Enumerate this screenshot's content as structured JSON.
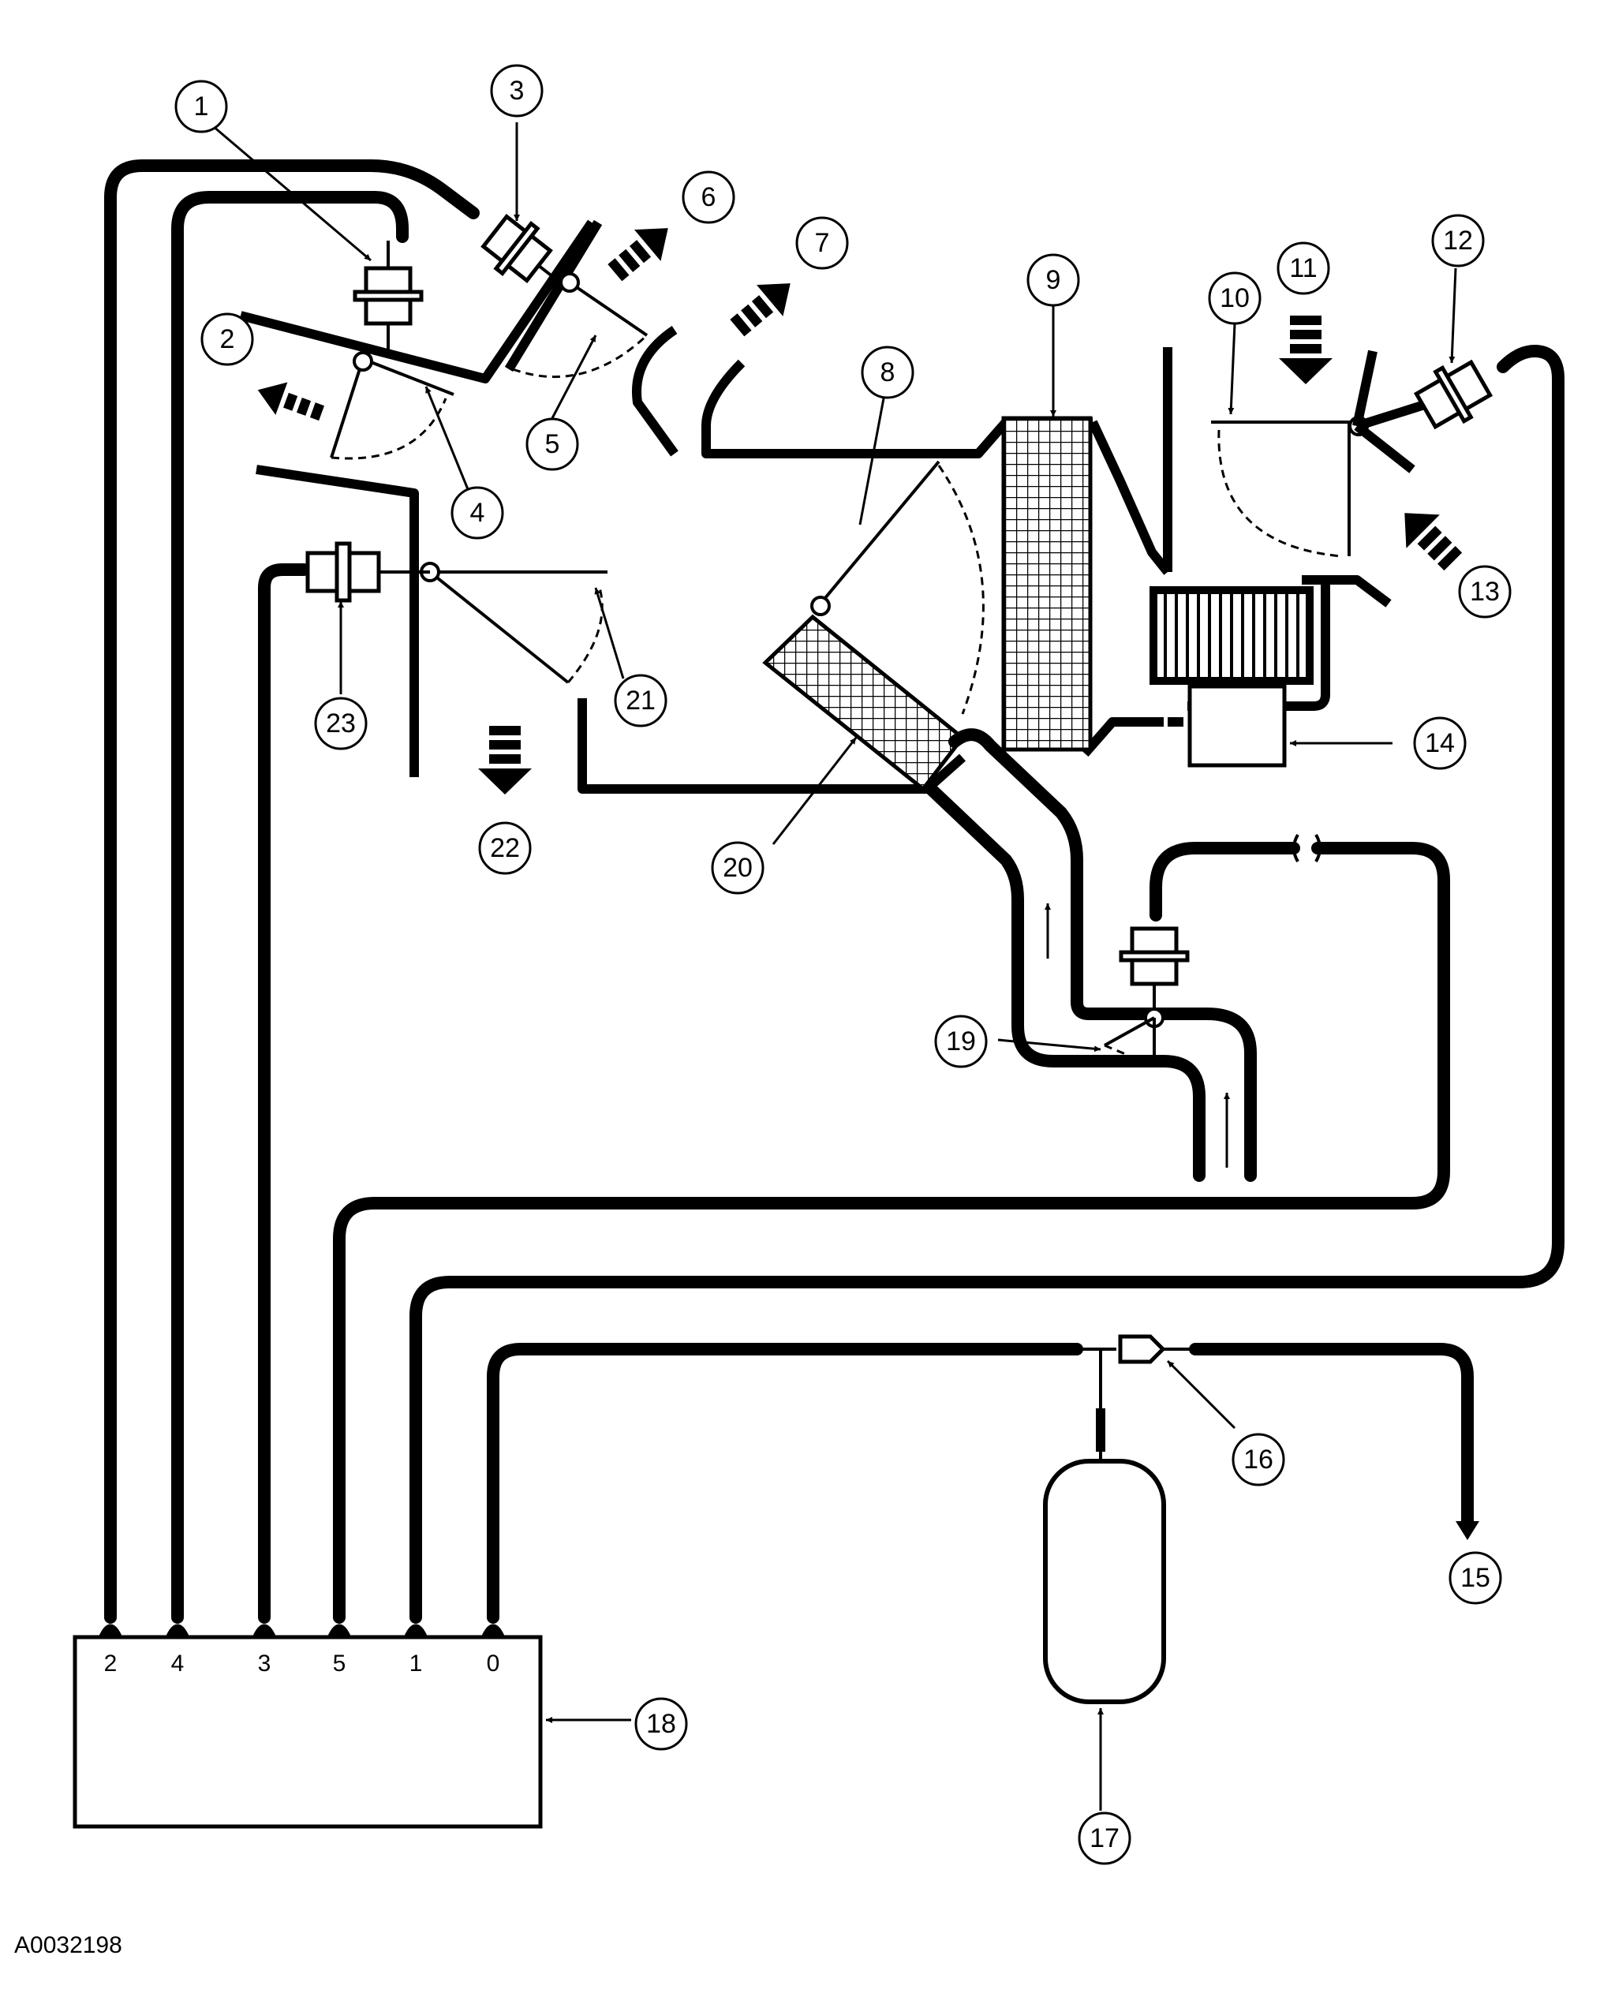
{
  "figure_id": "A0032198",
  "callouts": [
    "1",
    "2",
    "3",
    "4",
    "5",
    "6",
    "7",
    "8",
    "9",
    "10",
    "11",
    "12",
    "13",
    "14",
    "15",
    "16",
    "17",
    "18",
    "19",
    "20",
    "21",
    "22",
    "23"
  ],
  "control_module_ports": [
    "2",
    "4",
    "3",
    "5",
    "1",
    "0"
  ]
}
